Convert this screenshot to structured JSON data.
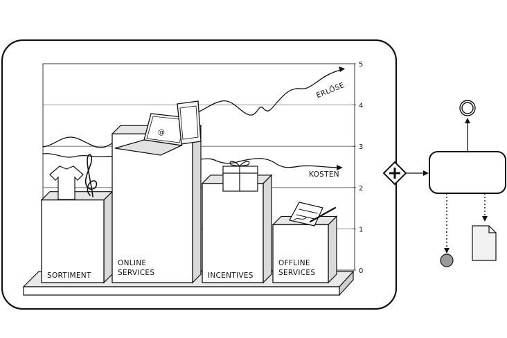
{
  "chart": {
    "ticks": [
      "0",
      "1",
      "2",
      "3",
      "4",
      "5"
    ],
    "bars": [
      {
        "label_lines": [
          "SORTIMENT"
        ],
        "value": 1.7
      },
      {
        "label_lines": [
          "ONLINE",
          "SERVICES"
        ],
        "value": 3.3
      },
      {
        "label_lines": [
          "INCENTIVES"
        ],
        "value": 2.1
      },
      {
        "label_lines": [
          "OFFLINE",
          "SERVICES"
        ],
        "value": 1.1
      }
    ],
    "lines": [
      {
        "label": "ERLÖSE"
      },
      {
        "label": "KOSTEN"
      }
    ]
  },
  "items": {
    "laptop_screen_symbol": "@"
  },
  "colors": {
    "ink": "#111111",
    "bar_face": "#ffffff",
    "bar_side": "#d9d9d9",
    "bar_top": "#e6e6e6",
    "end_event_fill": "#9a9a9a",
    "document_fill": "#f2f2f2"
  }
}
